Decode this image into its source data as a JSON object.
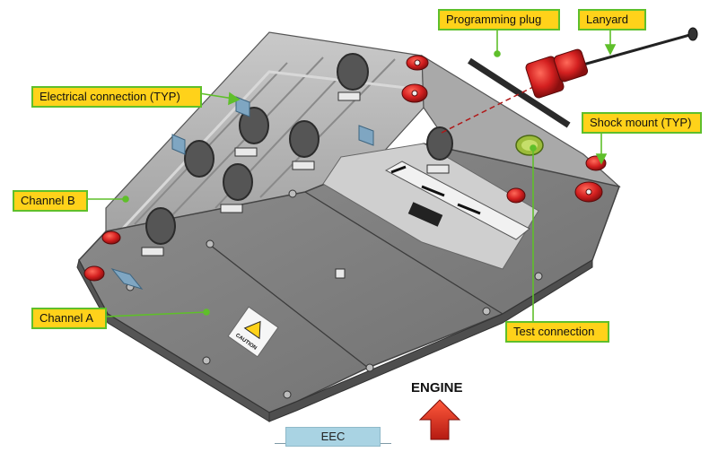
{
  "callouts": {
    "programming_plug": "Programming plug",
    "lanyard": "Lanyard",
    "electrical_connection": "Electrical connection (TYP)",
    "shock_mount": "Shock mount (TYP)",
    "channel_b": "Channel B",
    "channel_a": "Channel A",
    "test_connection": "Test connection"
  },
  "engine_label": "ENGINE",
  "caption": "EEC",
  "caution_label": "CAUTION",
  "colors": {
    "callout_fill": "#ffd21a",
    "callout_border": "#5fbf2a",
    "leader_line": "#5fbf2a",
    "housing_light": "#b9b9b9",
    "housing_mid": "#9c9c9c",
    "housing_dark": "#7a7a7a",
    "shock_mount_red": "#d42020",
    "arrow_red": "#d6261b",
    "connector_blue": "#7fa6c2",
    "caption_box": "#a9d3e3"
  }
}
